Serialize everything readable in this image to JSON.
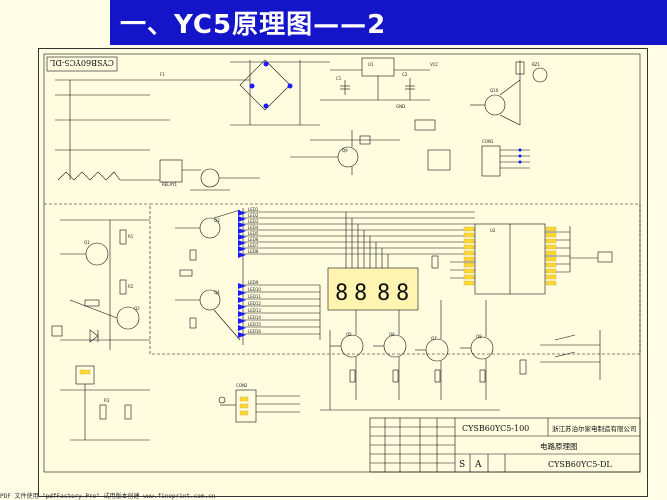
{
  "slide": {
    "title": "一、YC5原理图——2"
  },
  "schematic": {
    "rotated_label": "CYSB60YC5-DL",
    "component_labels": [
      "F1",
      "RELAY1",
      "Q1",
      "Q2",
      "Q3",
      "Q4",
      "Q5",
      "Q6",
      "Q7",
      "Q8",
      "Q9",
      "Q10",
      "U1",
      "U2",
      "LED1",
      "LED2",
      "LED3",
      "LED4",
      "LED5",
      "LED6",
      "LED7",
      "LED8",
      "LED9",
      "LED10",
      "LED11",
      "LED12",
      "LED13",
      "LED14",
      "LED15",
      "LED16",
      "CON1",
      "CON2",
      "BZ1",
      "C1",
      "C2",
      "R1",
      "R2",
      "R3",
      "VCC",
      "GND"
    ],
    "digit_display": [
      "8",
      "8",
      "8",
      "8"
    ]
  },
  "title_block": {
    "model": "CYSB60YC5-100",
    "company": "浙江苏泊尔家电制造有限公司",
    "drawing_name": "电路原理图",
    "drawing_no": "CYSB60YC5-DL",
    "size_code": "S",
    "size_letter": "A"
  },
  "footer": {
    "text": "PDF 文件使用 \"pdfFactory Pro\" 试用版本创建 www.fineprint.com.cn"
  }
}
